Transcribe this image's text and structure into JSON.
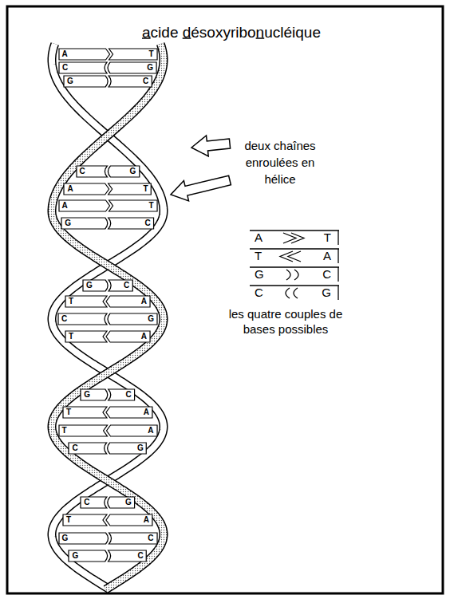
{
  "diagram": {
    "title": "acide désoxyribonucléique",
    "nodes": [
      {
        "text": [
          "A",
          "T"
        ]
      },
      {
        "text": [
          "C",
          "G"
        ]
      },
      {
        "text": [
          "G",
          "C"
        ]
      },
      {
        "text": [
          "C",
          "G"
        ]
      },
      {
        "text": [
          "A",
          "T"
        ]
      },
      {
        "text": [
          "A",
          "T"
        ]
      },
      {
        "text": [
          "G",
          "C"
        ]
      },
      {
        "text": [
          "G",
          "C"
        ]
      },
      {
        "text": [
          "T",
          "A"
        ]
      },
      {
        "text": [
          "C",
          "G"
        ]
      },
      {
        "text": [
          "T",
          "A"
        ]
      },
      {
        "text": [
          "G",
          "C"
        ]
      },
      {
        "text": [
          "T",
          "A"
        ]
      },
      {
        "text": [
          "T",
          "A"
        ]
      },
      {
        "text": [
          "C",
          "G"
        ]
      },
      {
        "text": [
          "C",
          "G"
        ]
      },
      {
        "text": [
          "T",
          "A"
        ]
      },
      {
        "text": [
          "G",
          "C"
        ]
      },
      {
        "text": [
          "G",
          "C"
        ]
      },
      {
        "text": [
          "A",
          "T"
        ]
      },
      {
        "text": [
          "T",
          "A"
        ]
      },
      {
        "text": [
          "G",
          "C"
        ]
      },
      {
        "text": [
          "C",
          "G"
        ]
      }
    ],
    "labels": [
      "deux chaînes enroulées en hélice",
      "les quatre couples de bases possibles"
    ]
  }
}
